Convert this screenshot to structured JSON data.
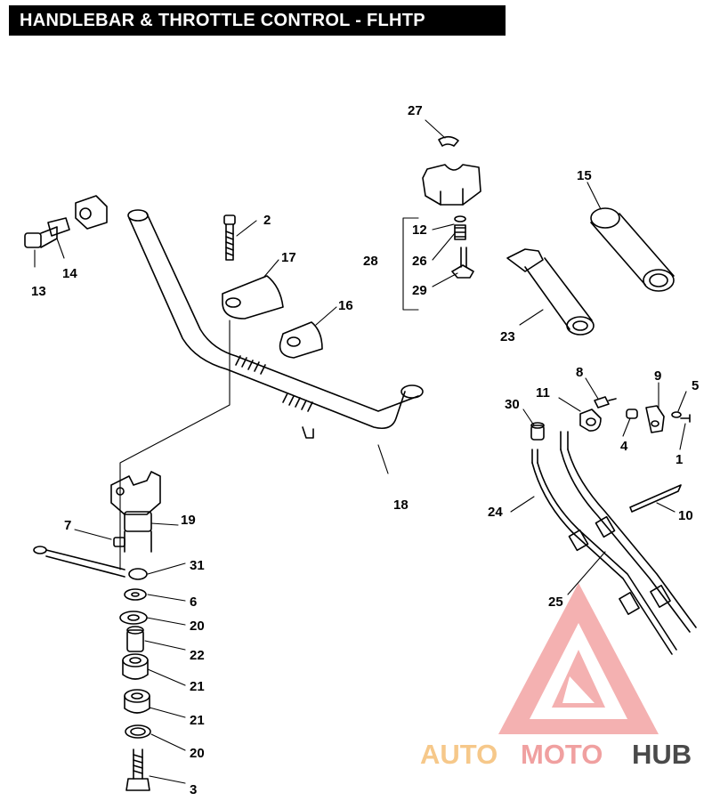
{
  "title": "HANDLEBAR & THROTTLE CONTROL - FLHTP",
  "callouts": {
    "c1": "1",
    "c2": "2",
    "c3": "3",
    "c4": "4",
    "c5": "5",
    "c6": "6",
    "c7": "7",
    "c8": "8",
    "c9": "9",
    "c10": "10",
    "c11": "11",
    "c12": "12",
    "c13": "13",
    "c14": "14",
    "c15": "15",
    "c16": "16",
    "c17": "17",
    "c18": "18",
    "c19": "19",
    "c20a": "20",
    "c20b": "20",
    "c21a": "21",
    "c21b": "21",
    "c22": "22",
    "c23": "23",
    "c24": "24",
    "c25": "25",
    "c26": "26",
    "c27": "27",
    "c28": "28",
    "c29": "29",
    "c30": "30",
    "c31": "31"
  },
  "watermark": {
    "part1": "AUTO",
    "part2": "MOTO",
    "part3": "HUB",
    "color_primary": "#f0a0a0",
    "color_accent": "#f6c88a",
    "color_dark": "#4a4a4a"
  }
}
